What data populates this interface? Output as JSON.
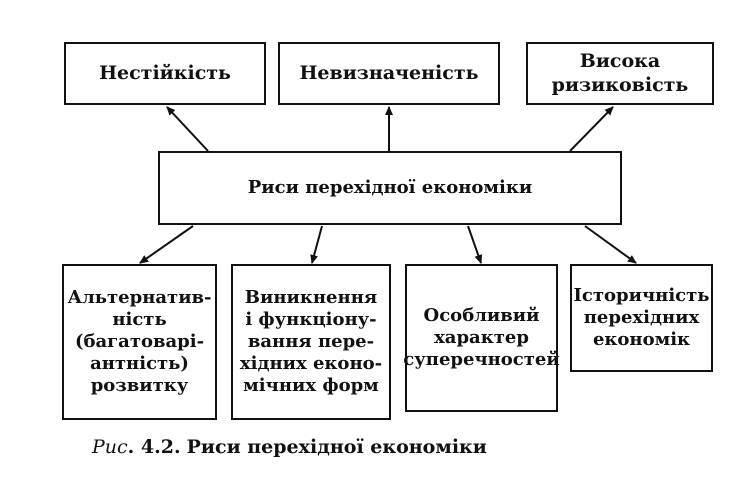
{
  "diagram": {
    "top_boxes": [
      {
        "id": "instability",
        "label": "Нестійкість"
      },
      {
        "id": "uncertainty",
        "label": "Невизначеність"
      },
      {
        "id": "risk",
        "label": "Висока\nризиковість"
      }
    ],
    "center": {
      "label": "Риси перехідної економіки"
    },
    "bottom_boxes": [
      {
        "id": "alternativeness",
        "label": "Альтернатив-\nність\n(багатоварі-\nантність)\nрозвитку"
      },
      {
        "id": "forms",
        "label": "Виникнення\nі функціону-\nвання пере-\nхідних еконо-\nмічних форм"
      },
      {
        "id": "contradictions",
        "label": "Особливий\nхарактер\nсуперечностей"
      },
      {
        "id": "historicity",
        "label": "Історичність\nперехідних\nекономік"
      }
    ]
  },
  "caption": {
    "prefix": "Рис",
    "number": ". 4.2.",
    "title": "Риси перехідної економіки"
  },
  "colors": {
    "stroke": "#111111",
    "background": "#ffffff"
  }
}
